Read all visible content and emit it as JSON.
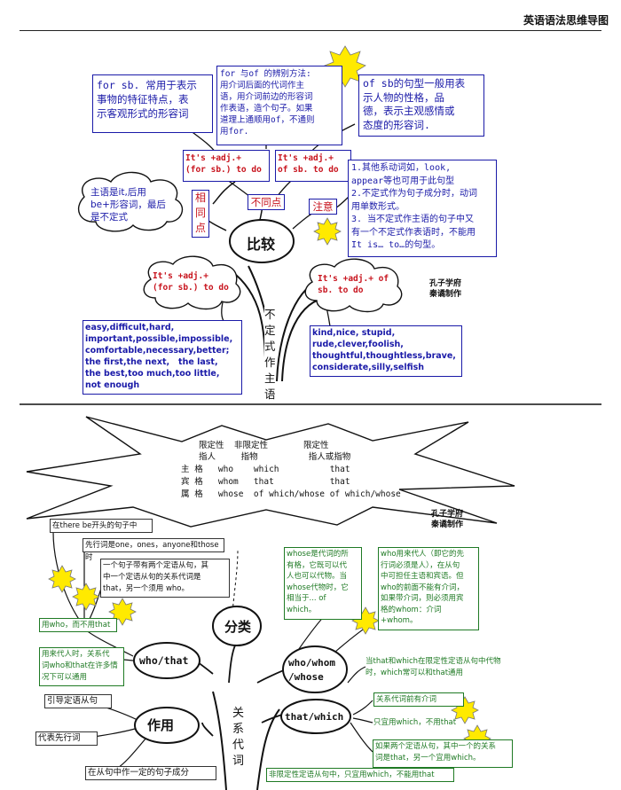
{
  "header": {
    "title": "英语语法思维导图"
  },
  "top": {
    "box_for": "for sb. 常用于表示\n事物的特征特点，表\n示客观形式的形容词",
    "box_diff": "for 与of 的辨别方法:\n用介词后面的代词作主\n语，用介词前边的形容词\n作表语，造个句子。如果\n道理上通顺用of，不通则\n用for.",
    "box_of": "of sb的句型一般用表\n示人物的性格，品\n德，表示主观感情或\n态度的形容词.",
    "pattern_for": "It's +adj.+\n(for sb.) to do",
    "pattern_of": "It's +adj.+\nof sb. to do",
    "subject_cloud": "主语是it,后用\nbe+形容词，最后\n是不定式",
    "same": "相\n同\n点",
    "different": "不同点",
    "note": "注意",
    "note_box": "1.其他系动词如，look,\nappear等也可用于此句型\n2.不定式作为句子成分时，动词\n用单数形式。\n3. 当不定式作主语的句子中又\n有一个不定式作表语时，不能用\nIt is… to…的句型。",
    "compare": "比较",
    "cloud_for": "It's +adj.+\n(for sb.) to do",
    "cloud_of": "It's +adj.+ of\nsb. to do",
    "credit1": "孔子学府\n秦谲制作",
    "adj_for": "easy,difficult,hard,\nimportant,possible,impossible,\ncomfortable,necessary,better;\nthe first,the next,   the last,\nthe best,too much,too little,\nnot enough",
    "adj_of": "kind,nice, stupid,\nrude,clever,foolish,\nthoughtful,thoughtless,brave,\nconsiderate,silly,selfish",
    "trunk": "不\n定\n式\n作\n主\n语"
  },
  "star": {
    "row0": "限定性  非限定性       限定性",
    "row1": "指人     指物          指人或指物",
    "row2": "主 格   who    which          that",
    "row3": "宾 格   whom   that           that",
    "row4": "属 格   whose  of which/whose of which/whose"
  },
  "bottom": {
    "credit2": "孔子学府\n秦谲制作",
    "there_be": "在there be开头的句子中",
    "antecedent": "先行词是one，ones，anyone和those时",
    "two_clauses": "一个句子带有两个定语从句，其\n中一个定语从句的关系代词是\nthat，另一个须用 who。",
    "use_who": "用who，而不用that",
    "whose_box": "whose是代词的所\n有格，它既可以代\n人也可以代物。当\nwhose代物时，它\n相当于... of\nwhich。",
    "whom_box": "who用来代人（即它的先\n行词必须是人），在从句\n中可担任主语和宾语。但\nwho的前面不能有介词，\n如果带介词，则必须用宾\n格的whom：介词\n+whom。",
    "classify": "分类",
    "who_that_box": "用来代人时，关系代\n词who和that在许多情\n况下可以通用",
    "who_that": "who/that",
    "who_whom": "who/whom\n/whose",
    "that_which_note": "当that和which在限定性定语从句中代物\n时，which常可以和that通用",
    "prep_before": "关系代词前有介词",
    "only_which": "只宜用which，不用that",
    "two_clauses2": "如果两个定语从句，其中一个的关系\n词是that，另一个宜用which。",
    "lead": "引导定语从句",
    "function": "作用",
    "replace": "代表先行词",
    "role": "在从句中作一定的句子成分",
    "that_which": "that/which",
    "trunk2": "关\n系\n代\n词",
    "nonrestrict": "非限定性定语从句中，只宜用which，不能用that"
  }
}
